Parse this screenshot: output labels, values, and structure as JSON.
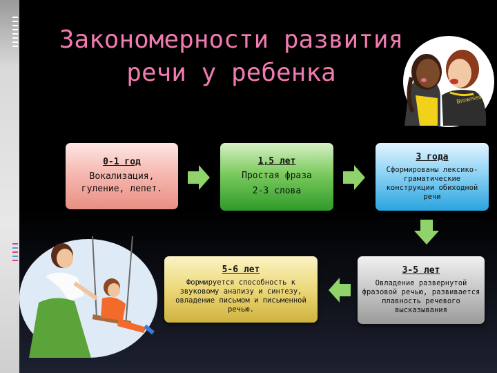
{
  "title": {
    "line1": "Закономерности развития",
    "line2": "речи у ребенка"
  },
  "stages": [
    {
      "age": "0-1 год",
      "lines": [
        "Вокализация,",
        "гуление, лепет."
      ]
    },
    {
      "age": "1,5 лет",
      "lines": [
        "Простая фраза",
        "2-3 слова"
      ]
    },
    {
      "age": "3 года",
      "text": "Сформированы лексико-граматические конструкции обиходной речи"
    },
    {
      "age": "3-5 лет",
      "text": "Овладение развернутой фразовой речью, развивается плавность речевого высказывания"
    },
    {
      "age": "5-6 лет",
      "text": "Формируется способность к звуковому анализу и синтезу, овладение письмом и письменной речью."
    }
  ],
  "clipart": {
    "girls_badge": "Brownies"
  },
  "colors": {
    "title": "#f07bb0",
    "arrow": "#8fd36a",
    "background": "#000000"
  },
  "icons": {
    "arrow_right": "arrow-right-icon",
    "arrow_down": "arrow-down-icon",
    "arrow_left": "arrow-left-icon"
  }
}
